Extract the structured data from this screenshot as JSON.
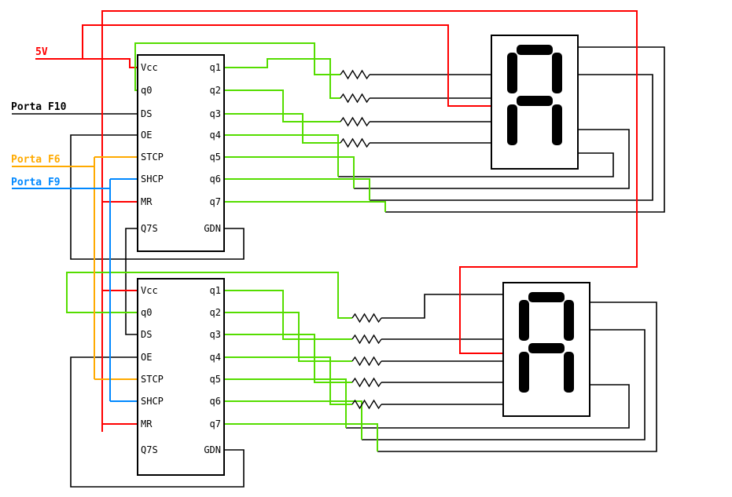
{
  "diagram": {
    "type": "circuit-schematic",
    "description": "Two cascaded shift registers driving two 7-segment displays through resistors"
  },
  "labels": {
    "power": "5V",
    "port_data": "Porta F10",
    "port_latch": "Porta F6",
    "port_clock": "Porta F9"
  },
  "colors": {
    "power": "#ff0000",
    "segment_wire": "#55dd00",
    "latch_wire": "#ffaa00",
    "clock_wire": "#0088ff",
    "wire": "#000000",
    "segment_on": "#000000",
    "chip_fill": "#ffffff"
  },
  "chips": [
    {
      "name": "shift-register-1",
      "left_pins": [
        "Vcc",
        "q0",
        "DS",
        "OE",
        "STCP",
        "SHCP",
        "MR",
        "Q7S"
      ],
      "right_pins": [
        "q1",
        "q2",
        "q3",
        "q4",
        "q5",
        "q6",
        "q7",
        "GDN"
      ]
    },
    {
      "name": "shift-register-2",
      "left_pins": [
        "Vcc",
        "q0",
        "DS",
        "OE",
        "STCP",
        "SHCP",
        "MR",
        "Q7S"
      ],
      "right_pins": [
        "q1",
        "q2",
        "q3",
        "q4",
        "q5",
        "q6",
        "q7",
        "GDN"
      ]
    }
  ],
  "displays": [
    {
      "name": "seven-segment-display-1",
      "segments_on": [
        "a",
        "b",
        "c",
        "e",
        "f",
        "g"
      ]
    },
    {
      "name": "seven-segment-display-2",
      "segments_on": [
        "a",
        "b",
        "c",
        "e",
        "f",
        "g"
      ]
    }
  ]
}
